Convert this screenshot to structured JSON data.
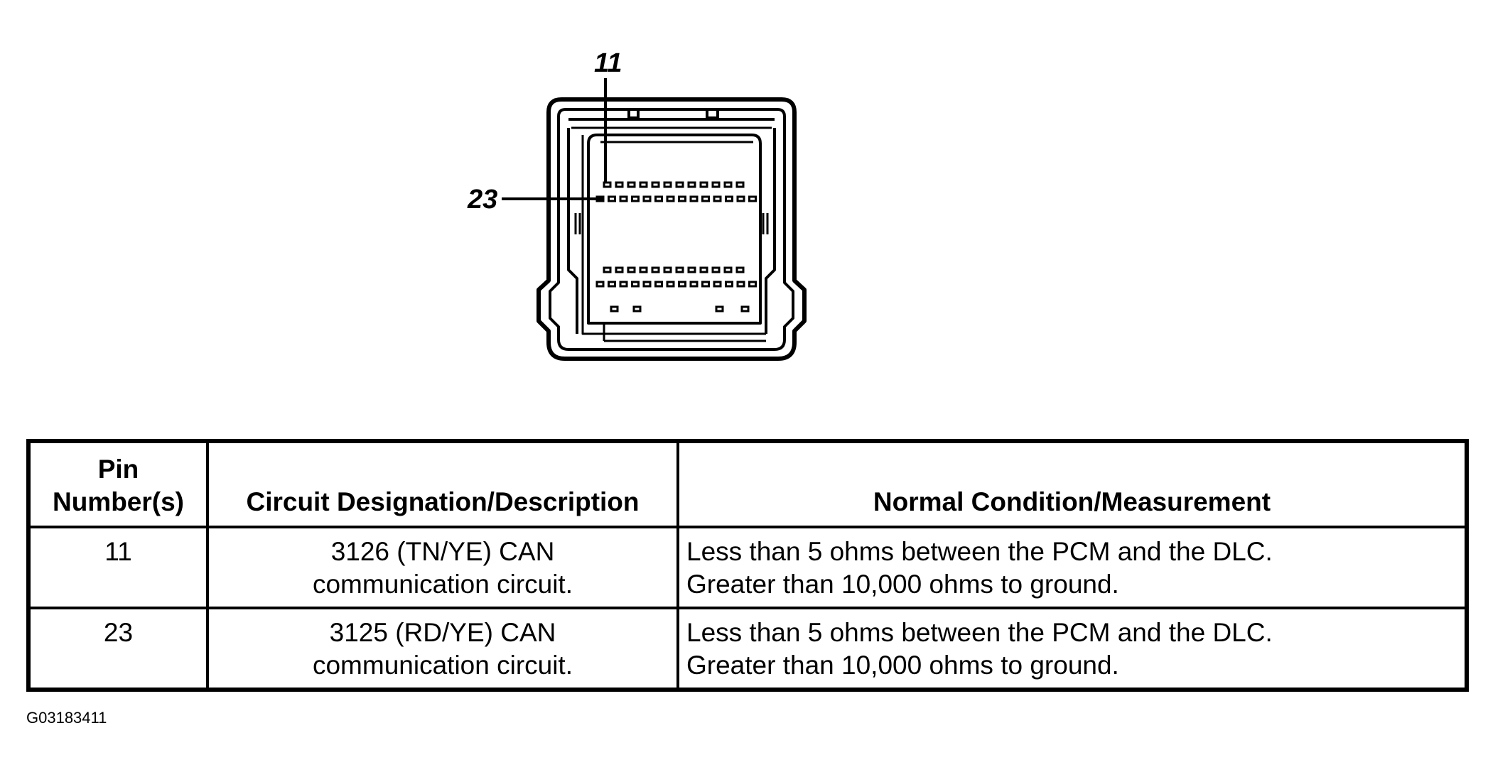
{
  "diagram": {
    "callouts": [
      "11",
      "23"
    ]
  },
  "table": {
    "headers": {
      "pin": [
        "Pin",
        "Number(s)"
      ],
      "circuit": "Circuit Designation/Description",
      "normal": "Normal Condition/Measurement"
    },
    "rows": [
      {
        "pin": "11",
        "circuit": [
          "3126 (TN/YE) CAN",
          "communication circuit."
        ],
        "normal": [
          "Less than 5 ohms between the PCM and the DLC.",
          "Greater than 10,000 ohms to ground."
        ]
      },
      {
        "pin": "23",
        "circuit": [
          "3125 (RD/YE) CAN",
          "communication circuit."
        ],
        "normal": [
          "Less than 5 ohms between the PCM and the DLC.",
          "Greater than 10,000 ohms to ground."
        ]
      }
    ]
  },
  "figure_code": "G03183411"
}
